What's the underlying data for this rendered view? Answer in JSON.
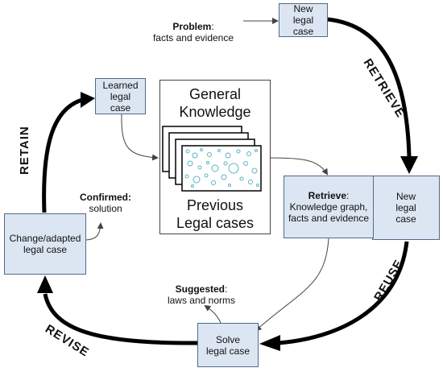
{
  "boxes": {
    "new_case_top": "New\nlegal\ncase",
    "learned_case": "Learned\nlegal\ncase",
    "new_case_right": "New\nlegal\ncase",
    "change_adapted": "Change/adapted\nlegal case",
    "solve_case": "Solve\nlegal case"
  },
  "retrieve_box": {
    "bold": "Retrieve",
    "rest": ":\nKnowledge graph,\nfacts and evidence"
  },
  "center": {
    "general_knowledge": "General\nKnowledge",
    "previous_cases": "Previous\nLegal cases"
  },
  "annotations": {
    "problem_bold": "Problem",
    "problem_rest": ":\nfacts and evidence",
    "confirmed_bold": "Confirmed:",
    "confirmed_rest": "\nsolution",
    "suggested_bold": "Suggested",
    "suggested_rest": ":\nlaws and norms"
  },
  "phases": {
    "retrieve": "RETRIEVE",
    "reuse": "REUSE",
    "revise": "REVISE",
    "retain": "RETAIN"
  },
  "colors": {
    "box_fill": "#dce6f2",
    "box_border": "#4f6a8e",
    "arrow": "#000000",
    "bubble": "#5ab4c8"
  }
}
